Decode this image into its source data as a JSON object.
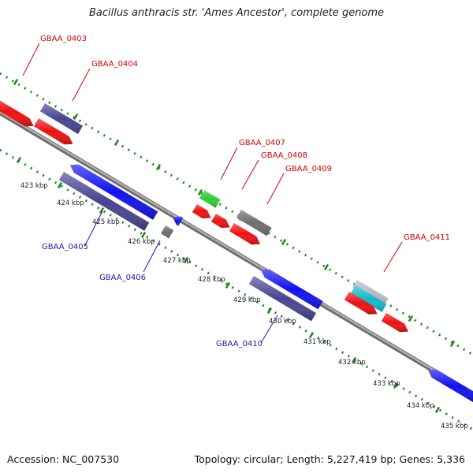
{
  "title": "Bacillus anthracis str. 'Ames Ancestor', complete genome",
  "footer": {
    "accession": "Accession: NC_007530",
    "summary": "Topology: circular; Length: 5,227,419 bp; Genes: 5,336"
  },
  "colors": {
    "backbone": "#8c8c8c",
    "ticks": "#1e8a1e",
    "forward_label": "#d40000",
    "reverse_label": "#1a1aa8",
    "red": "#ee1111",
    "blue": "#1111ee",
    "purple": "#4a4490",
    "gray": "#6e6e6e",
    "green": "#33cc33",
    "cyan": "#11bbcc",
    "lightgray": "#b8b8c8"
  },
  "scale_labels": [
    "423 kbp",
    "424 kbp",
    "425 kbp",
    "426 kbp",
    "427 kbp",
    "428 kbp",
    "429 kbp",
    "430 kbp",
    "431 kbp",
    "432 kbp",
    "433 kbp",
    "434 kbp",
    "435 kbp"
  ],
  "gene_labels": {
    "GBAA_0403": "GBAA_0403",
    "GBAA_0404": "GBAA_0404",
    "GBAA_0405": "GBAA_0405",
    "GBAA_0406": "GBAA_0406",
    "GBAA_0407": "GBAA_0407",
    "GBAA_0408": "GBAA_0408",
    "GBAA_0409": "GBAA_0409",
    "GBAA_0410": "GBAA_0410",
    "GBAA_0411": "GBAA_0411"
  }
}
